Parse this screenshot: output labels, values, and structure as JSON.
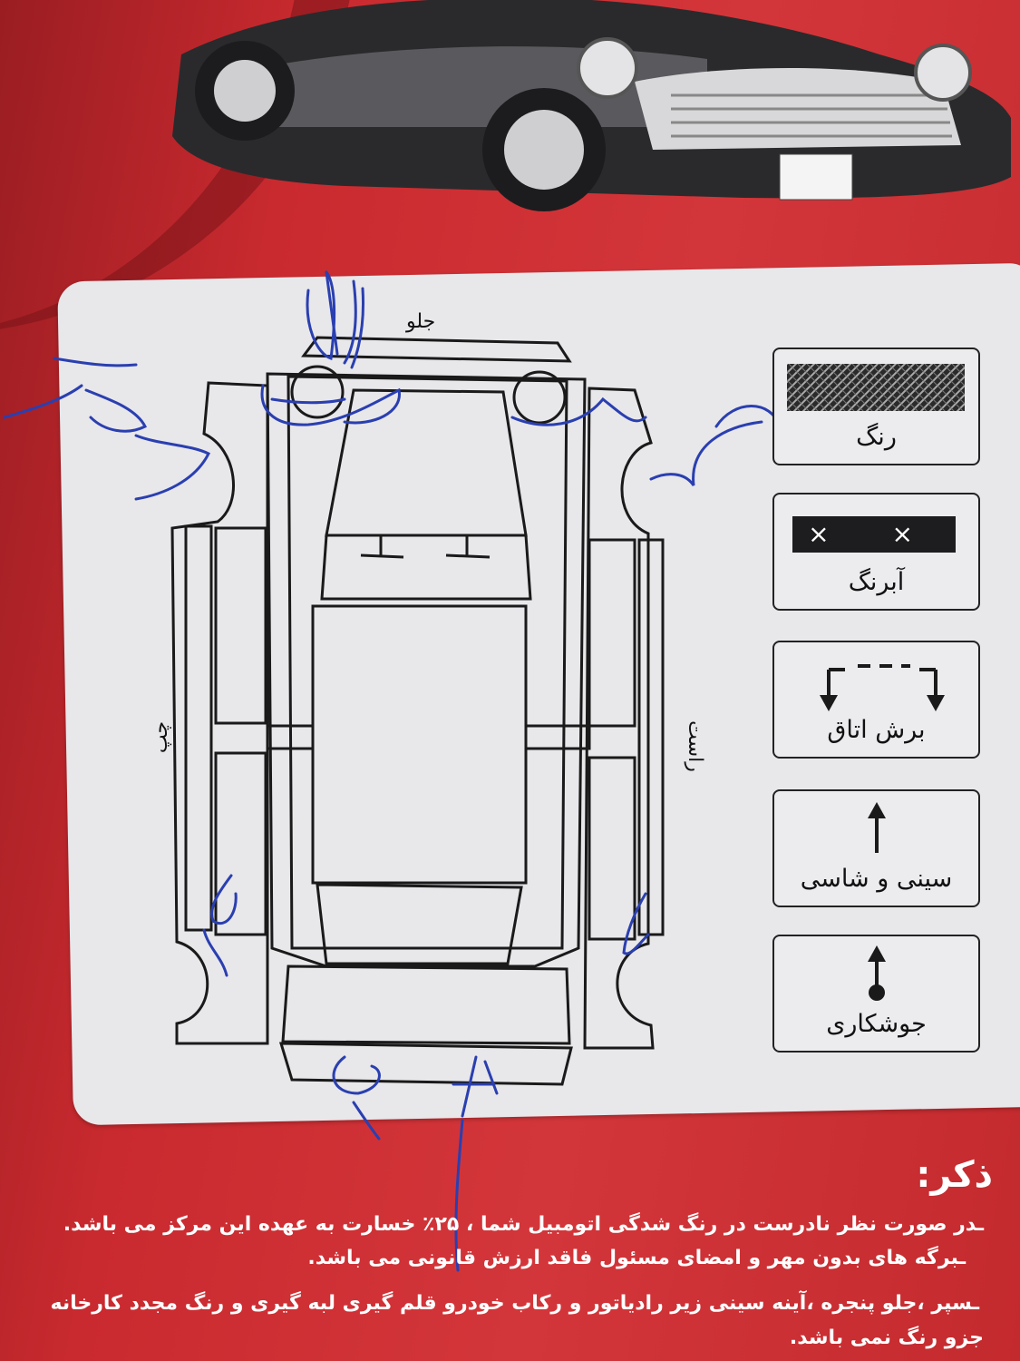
{
  "diagram": {
    "front_label": "جلو",
    "left_label": "چپ",
    "right_label": "راست"
  },
  "legend": [
    {
      "key": "paint",
      "label": "رنگ",
      "icon": "crosshatch-swatch-icon"
    },
    {
      "key": "abrang",
      "label": "آبرنگ",
      "icon": "x-marks-icon",
      "marks": "× ×"
    },
    {
      "key": "cabin_cut",
      "label": "برش اتاق",
      "icon": "cut-arrows-icon"
    },
    {
      "key": "chassis",
      "label": "سینی و شاسی",
      "icon": "up-arrow-icon"
    },
    {
      "key": "welding",
      "label": "جوشکاری",
      "icon": "weld-arrow-icon"
    }
  ],
  "notes": {
    "title": "ذکر:",
    "lines": [
      "ـدر صورت نظر نادرست در رنگ شدگی اتومبیل شما ، ۲۵٪ خسارت به عهده این مرکز می باشد.",
      "ـبرگه های بدون مهر و امضای مسئول فاقد ارزش قانونی می باشد.",
      "ـسپر ،جلو پنجره ،آینه سینی زیر رادیاتور و رکاب خودرو قلم گیری لبه گیری و رنگ مجدد کارخانه",
      "جزو رنگ نمی باشد."
    ]
  },
  "colors": {
    "background": "#c8262b",
    "card": "#e8e7ea",
    "ink": "#2a3fb0"
  }
}
